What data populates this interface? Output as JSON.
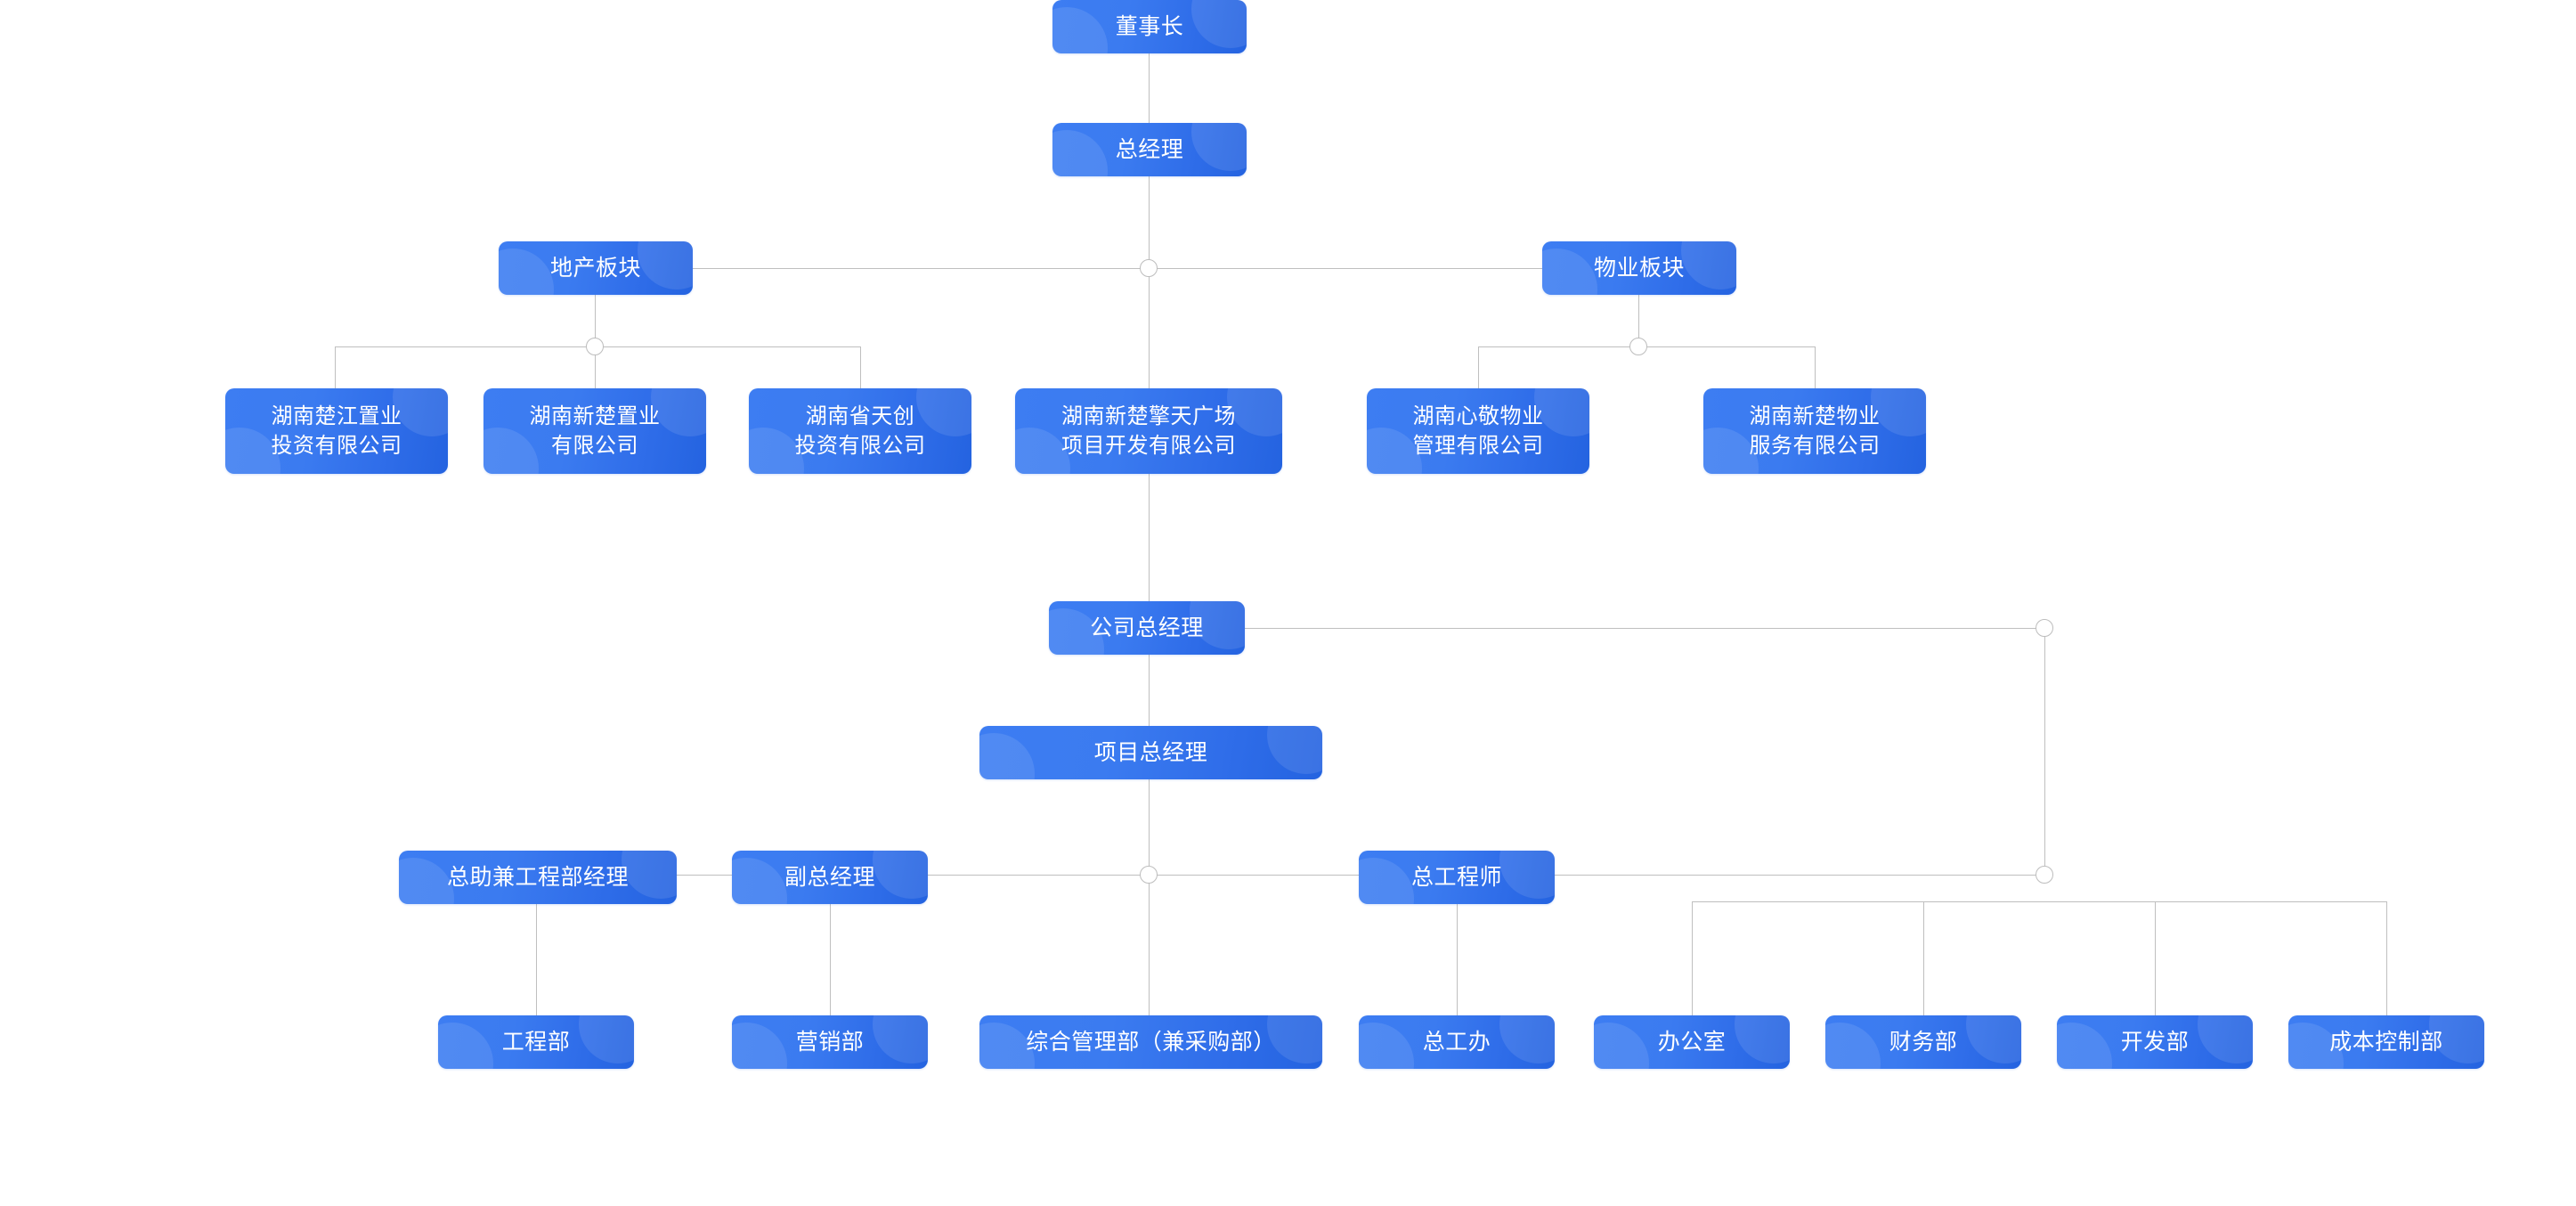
{
  "chart": {
    "kind": "organization-chart",
    "background_color": "#ffffff",
    "node_gradient_from": "#3d7df2",
    "node_gradient_to": "#2463e0",
    "node_text_color": "#ffffff",
    "connector_color": "#bfbfbf",
    "junction_fill": "#ffffff",
    "junction_border": "#bdbdbd"
  },
  "nodes": {
    "chairman": "董事长",
    "general_manager": "总经理",
    "real_estate_division": "地产板块",
    "property_division": "物业板块",
    "company_chujiang": "湖南楚江置业\n投资有限公司",
    "company_xinchu_zhiye": "湖南新楚置业\n有限公司",
    "company_tianchuang": "湖南省天创\n投资有限公司",
    "company_qingtian": "湖南新楚擎天广场\n项目开发有限公司",
    "company_xinjing": "湖南心敬物业\n管理有限公司",
    "company_xinchu_wuye": "湖南新楚物业\n服务有限公司",
    "company_gm": "公司总经理",
    "project_gm": "项目总经理",
    "assistant_eng_manager": "总助兼工程部经理",
    "deputy_gm": "副总经理",
    "chief_engineer": "总工程师",
    "dept_engineering": "工程部",
    "dept_marketing": "营销部",
    "dept_general_admin": "综合管理部（兼采购部）",
    "dept_chief_eng_office": "总工办",
    "dept_office": "办公室",
    "dept_finance": "财务部",
    "dept_development": "开发部",
    "dept_cost_control": "成本控制部"
  },
  "structure": {
    "levels": [
      {
        "name": "level-1",
        "members": [
          "董事长"
        ]
      },
      {
        "name": "level-2",
        "members": [
          "总经理"
        ]
      },
      {
        "name": "level-3",
        "members": [
          "地产板块",
          "物业板块"
        ]
      },
      {
        "name": "level-4",
        "members": [
          "湖南楚江置业投资有限公司",
          "湖南新楚置业有限公司",
          "湖南省天创投资有限公司",
          "湖南新楚擎天广场项目开发有限公司",
          "湖南心敬物业管理有限公司",
          "湖南新楚物业服务有限公司"
        ]
      },
      {
        "name": "level-5",
        "members": [
          "公司总经理"
        ]
      },
      {
        "name": "level-6",
        "members": [
          "项目总经理"
        ]
      },
      {
        "name": "level-7",
        "members": [
          "总助兼工程部经理",
          "副总经理",
          "总工程师"
        ]
      },
      {
        "name": "level-8",
        "members": [
          "工程部",
          "营销部",
          "综合管理部（兼采购部）",
          "总工办",
          "办公室",
          "财务部",
          "开发部",
          "成本控制部"
        ]
      }
    ]
  }
}
